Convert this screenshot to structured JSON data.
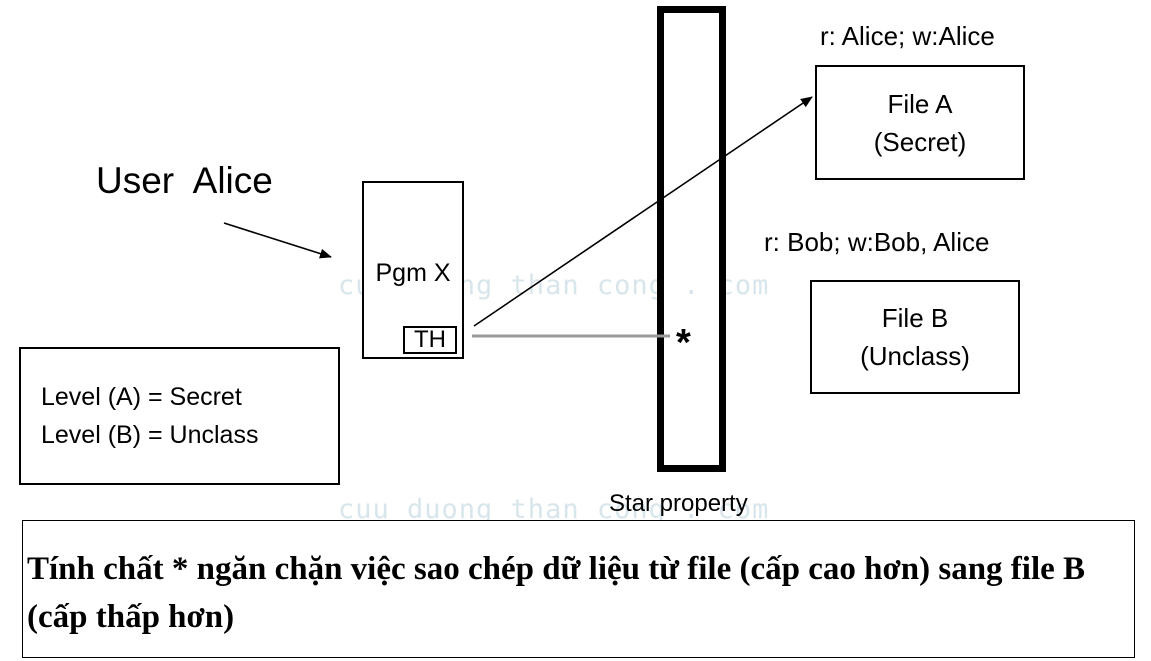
{
  "title": "User  Alice",
  "program": {
    "label": "Pgm X",
    "trojan": "TH"
  },
  "levels": {
    "line1": "Level (A) = Secret",
    "line2": "Level (B) = Unclass"
  },
  "barrier": {
    "symbol": "*",
    "label": "Star property"
  },
  "fileA": {
    "acl": "r: Alice; w:Alice",
    "name": "File A",
    "class": "(Secret)"
  },
  "fileB": {
    "acl": "r: Bob; w:Bob, Alice",
    "name": "File B",
    "class": "(Unclass)"
  },
  "caption": "Tính chất * ngăn chặn việc sao chép dữ liệu từ file (cấp cao hơn) sang file B (cấp thấp hơn)",
  "watermark": "cuu duong than cong . com"
}
